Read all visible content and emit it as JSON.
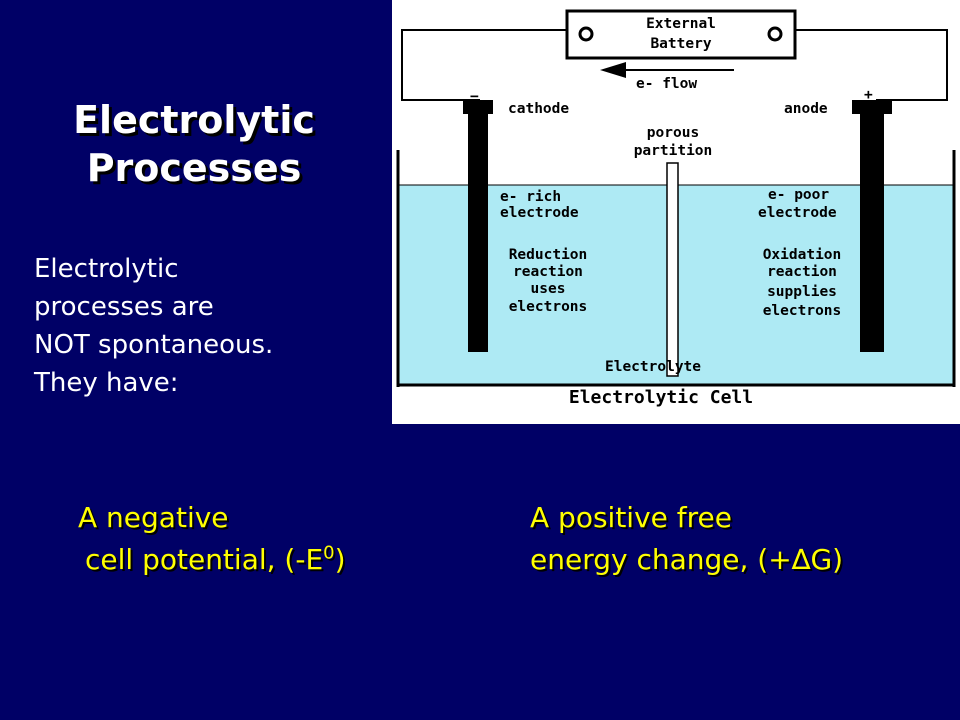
{
  "slide": {
    "title_line1": "Electrolytic",
    "title_line2": "Processes",
    "body": [
      "Electrolytic",
      "processes are",
      "NOT spontaneous.",
      "They have:"
    ],
    "bullet_left": {
      "line1": "A negative",
      "line2_prefix": "cell potential, (-E",
      "line2_sup": "0",
      "line2_suffix": ")"
    },
    "bullet_right": {
      "line1": "A positive free",
      "line2_prefix": "energy change, (+",
      "line2_delta": "∆",
      "line2_suffix": "G)"
    },
    "colors": {
      "background": "#000066",
      "accent": "#ffff00",
      "electrolyte": "#aeeaf4"
    }
  },
  "diagram": {
    "battery_line1": "External",
    "battery_line2": "Battery",
    "flow_label": "e- flow",
    "minus_sign": "−",
    "plus_sign": "+",
    "cathode_label": "cathode",
    "anode_label": "anode",
    "partition_line1": "porous",
    "partition_line2": "partition",
    "left_electrode_1": "e- rich",
    "left_electrode_2": "electrode",
    "left_reaction": [
      "Reduction",
      "reaction",
      "uses",
      "electrons"
    ],
    "right_electrode_1": "e- poor",
    "right_electrode_2": "electrode",
    "right_reaction": [
      "Oxidation",
      "reaction",
      "supplies",
      "electrons"
    ],
    "electrolyte_label": "Electrolyte",
    "caption": "Electrolytic Cell"
  }
}
